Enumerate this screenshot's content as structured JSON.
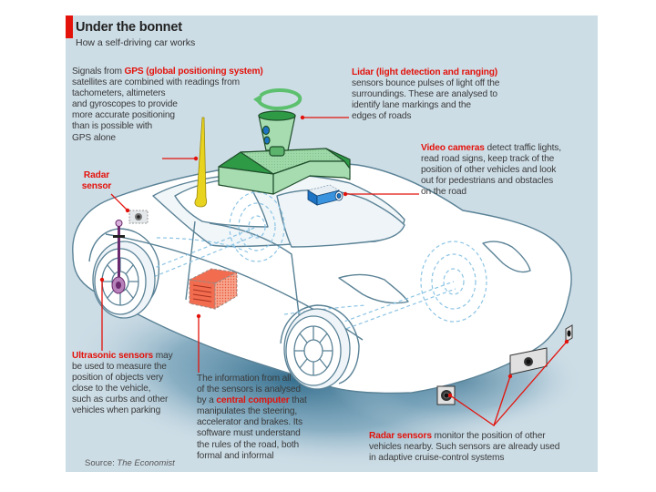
{
  "header": {
    "title": "Under the bonnet",
    "subtitle": "How a self-driving car works"
  },
  "colors": {
    "background": "#cddde6",
    "accent_red": "#e3120b",
    "text": "#3a3a3a",
    "lidar_green": "#2e9a46",
    "antenna_yellow": "#e8d31f",
    "camera_blue": "#1d74c4",
    "computer_orange": "#f26c4f",
    "ultrasonic_purple": "#6b2a6e",
    "car_outline": "#5a8296",
    "hidden_dashed": "#8cc4e4"
  },
  "annotations": {
    "gps": {
      "highlight": "GPS (global positioning system)",
      "lines": [
        "Signals from ",
        "satellites are combined with readings from",
        "tachometers, altimeters",
        "and gyroscopes to provide",
        "more accurate positioning",
        "than is possible with",
        "GPS alone"
      ]
    },
    "lidar": {
      "highlight": "Lidar (light detection and ranging)",
      "lines": [
        "sensors bounce pulses of light off  the",
        "surroundings. These are analysed to",
        "identify lane markings and the",
        "edges of roads"
      ]
    },
    "video": {
      "highlight": "Video cameras",
      "first_line_rest": " detect traffic lights,",
      "lines": [
        "read road signs, keep track of the",
        "position of other vehicles and look",
        "out for pedestrians and obstacles",
        "on the road"
      ]
    },
    "radar_rear": {
      "line1": "Radar",
      "line2": "sensor"
    },
    "ultrasonic": {
      "highlight": "Ultrasonic sensors",
      "first_line_rest": " may",
      "lines": [
        "be used to measure the",
        "position of objects very",
        "close to the vehicle,",
        "such as curbs and other",
        "vehicles when parking"
      ]
    },
    "central": {
      "lines_before": [
        "The information from all",
        "of the sensors is analysed"
      ],
      "prefix": "by a ",
      "highlight": "central computer",
      "suffix": " that",
      "lines_after": [
        "manipulates the steering,",
        "accelerator and brakes. Its",
        "software must understand",
        "the rules of the road, both",
        "formal and informal"
      ]
    },
    "radar_front": {
      "highlight": "Radar sensors",
      "first_line_rest": " monitor the position of other",
      "lines": [
        "vehicles nearby. Such sensors are already used",
        "in adaptive cruise-control systems"
      ]
    }
  },
  "source": {
    "label": "Source: ",
    "name": "The Economist"
  },
  "icons": {
    "lidar_rotation": "rotation-arrow-icon",
    "lidar_unit": "lidar-sensor-icon",
    "gps_antenna": "gps-antenna-icon",
    "camera": "video-camera-icon",
    "computer": "central-computer-icon",
    "ultrasonic": "ultrasonic-sensor-icon",
    "radar": "radar-sensor-icon"
  }
}
